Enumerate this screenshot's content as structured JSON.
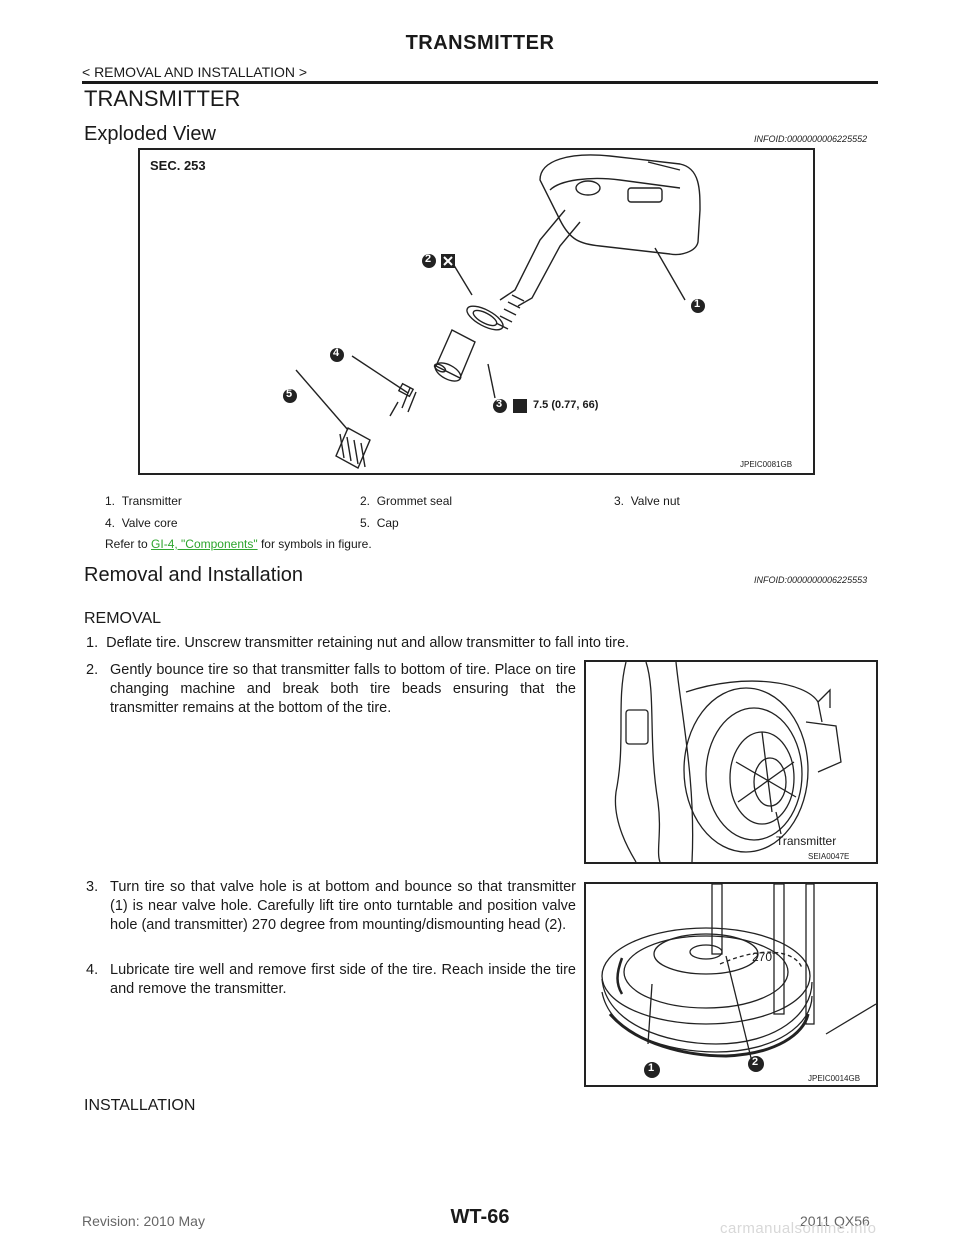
{
  "header": {
    "title": "TRANSMITTER",
    "breadcrumb": "< REMOVAL AND INSTALLATION >"
  },
  "section_title": "TRANSMITTER",
  "exploded_view": {
    "heading": "Exploded View",
    "info_id": "INFOID:0000000006225552",
    "figure": {
      "sec_label": "SEC. 253",
      "torque": "7.5 (0.77, 66)",
      "figure_id": "JPEIC0081GB",
      "callouts": [
        "1",
        "2",
        "3",
        "4",
        "5"
      ]
    },
    "legend": [
      {
        "num": "1.",
        "label": "Transmitter"
      },
      {
        "num": "2.",
        "label": "Grommet seal"
      },
      {
        "num": "3.",
        "label": "Valve nut"
      },
      {
        "num": "4.",
        "label": "Valve core"
      },
      {
        "num": "5.",
        "label": "Cap"
      }
    ],
    "refer_prefix": "Refer to ",
    "refer_link": "GI-4, \"Components\"",
    "refer_suffix": " for symbols in figure."
  },
  "removal_installation": {
    "heading": "Removal and Installation",
    "info_id": "INFOID:0000000006225553",
    "removal_label": "REMOVAL",
    "steps": [
      {
        "num": "1.",
        "text": "Deflate tire. Unscrew transmitter retaining nut and allow transmitter to fall into tire."
      },
      {
        "num": "2.",
        "text": "Gently bounce tire so that transmitter falls to bottom of tire. Place on tire changing machine and break both tire beads ensuring that the transmitter remains at the bottom of the tire."
      },
      {
        "num": "3.",
        "text": "Turn tire so that valve hole is at bottom and bounce so that transmitter (1) is near valve hole. Carefully lift tire onto turntable and position valve hole (and transmitter) 270 degree from mounting/dismounting head (2)."
      },
      {
        "num": "4.",
        "text": "Lubricate tire well and remove first side of the tire. Reach inside the tire and remove the transmitter."
      }
    ],
    "figure2": {
      "label": "Transmitter",
      "figure_id": "SEIA0047E"
    },
    "figure3": {
      "angle": "270˚",
      "figure_id": "JPEIC0014GB",
      "callouts": [
        "1",
        "2"
      ]
    },
    "installation_label": "INSTALLATION"
  },
  "footer": {
    "revision": "Revision: 2010 May",
    "page": "WT-66",
    "model": "2011 QX56",
    "watermark": "carmanualsonline.info"
  }
}
